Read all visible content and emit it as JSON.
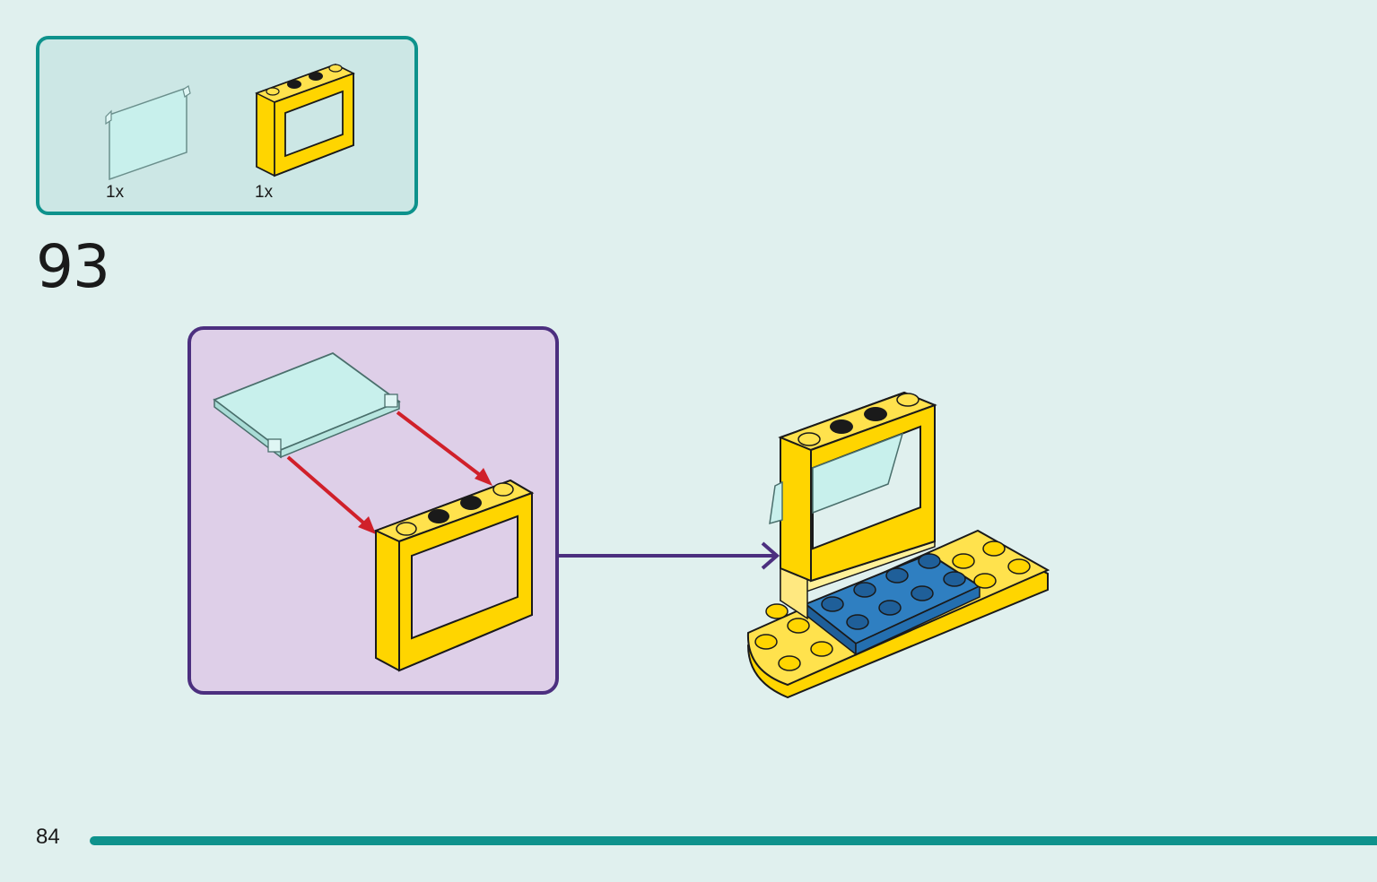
{
  "page": {
    "number": "84",
    "step_number": "93",
    "accent_color": "#0e928c",
    "callout_color": "#4c2f7f"
  },
  "parts_list": [
    {
      "icon": "glass-pane-icon",
      "quantity": "1x",
      "color": "#c8f0ec"
    },
    {
      "icon": "window-frame-icon",
      "quantity": "1x",
      "color": "#ffd500"
    }
  ],
  "sub_assembly": {
    "arrow_color": "#d0202a",
    "background": "#decfe8"
  },
  "model": {
    "colors": {
      "yellow": "#ffd500",
      "blue": "#2f7fc1",
      "glass": "#c8f0ec"
    }
  }
}
